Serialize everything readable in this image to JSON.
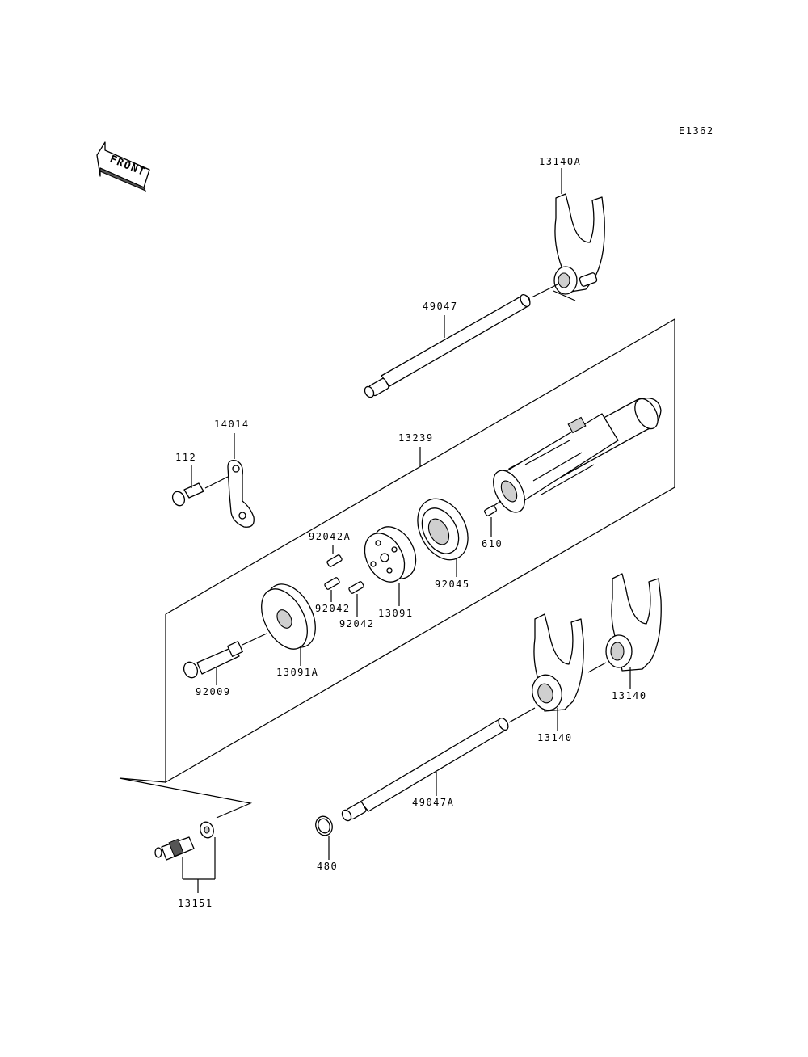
{
  "diagram_id": "E1362",
  "front_label": "FRONT",
  "labels": {
    "p13140A": "13140A",
    "p49047": "49047",
    "p14014": "14014",
    "p112": "112",
    "p13239": "13239",
    "p92042A": "92042A",
    "p610": "610",
    "p92045": "92045",
    "p92042_1": "92042",
    "p92042_2": "92042",
    "p13091": "13091",
    "p13091A": "13091A",
    "p92009": "92009",
    "p13140_upper": "13140",
    "p13140_lower": "13140",
    "p49047A": "49047A",
    "p480": "480",
    "p13151": "13151"
  }
}
